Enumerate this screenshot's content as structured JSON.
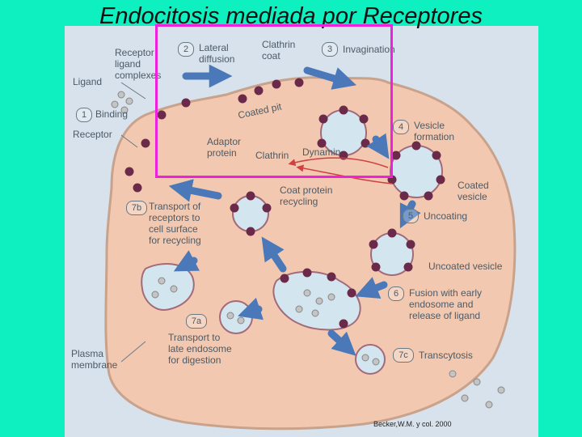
{
  "title": "Endocitosis mediada por Receptores",
  "credit": "Becker,W.M. y col. 2000",
  "colors": {
    "background": "#0ef0c0",
    "figure_background": "#d7e2ec",
    "cell": "#f2c9b0",
    "receptor": "#6b2a4a",
    "arrow_blue": "#4a78b8",
    "arrow_red": "#d04040",
    "highlight": "#ee22dd"
  },
  "labels": {
    "receptor_ligand": "Receptor\nligand\ncomplexes",
    "ligand": "Ligand",
    "binding": "Binding",
    "receptor": "Receptor",
    "lateral_diffusion": "Lateral\ndiffusion",
    "clathrin_coat": "Clathrin\ncoat",
    "invagination": "Invagination",
    "coated_pit": "Coated pit",
    "adaptor_protein": "Adaptor\nprotein",
    "clathrin": "Clathrin",
    "dynamin": "Dynamin",
    "vesicle_formation": "Vesicle\nformation",
    "coated_vesicle": "Coated\nvesicle",
    "coat_protein_recycling": "Coat protein\nrecycling",
    "uncoating": "Uncoating",
    "uncoated_vesicle": "Uncoated vesicle",
    "transport_7b": "Transport of\nreceptors to\ncell surface\nfor recycling",
    "fusion": "Fusion with early\nendosome and\nrelease of ligand",
    "transport_7a": "Transport to\nlate endosome\nfor digestion",
    "plasma_membrane": "Plasma\nmembrane",
    "transcytosis": "Transcytosis"
  },
  "steps": {
    "s1": "1",
    "s2": "2",
    "s3": "3",
    "s4": "4",
    "s5": "5",
    "s6": "6",
    "s7a": "7a",
    "s7b": "7b",
    "s7c": "7c"
  }
}
